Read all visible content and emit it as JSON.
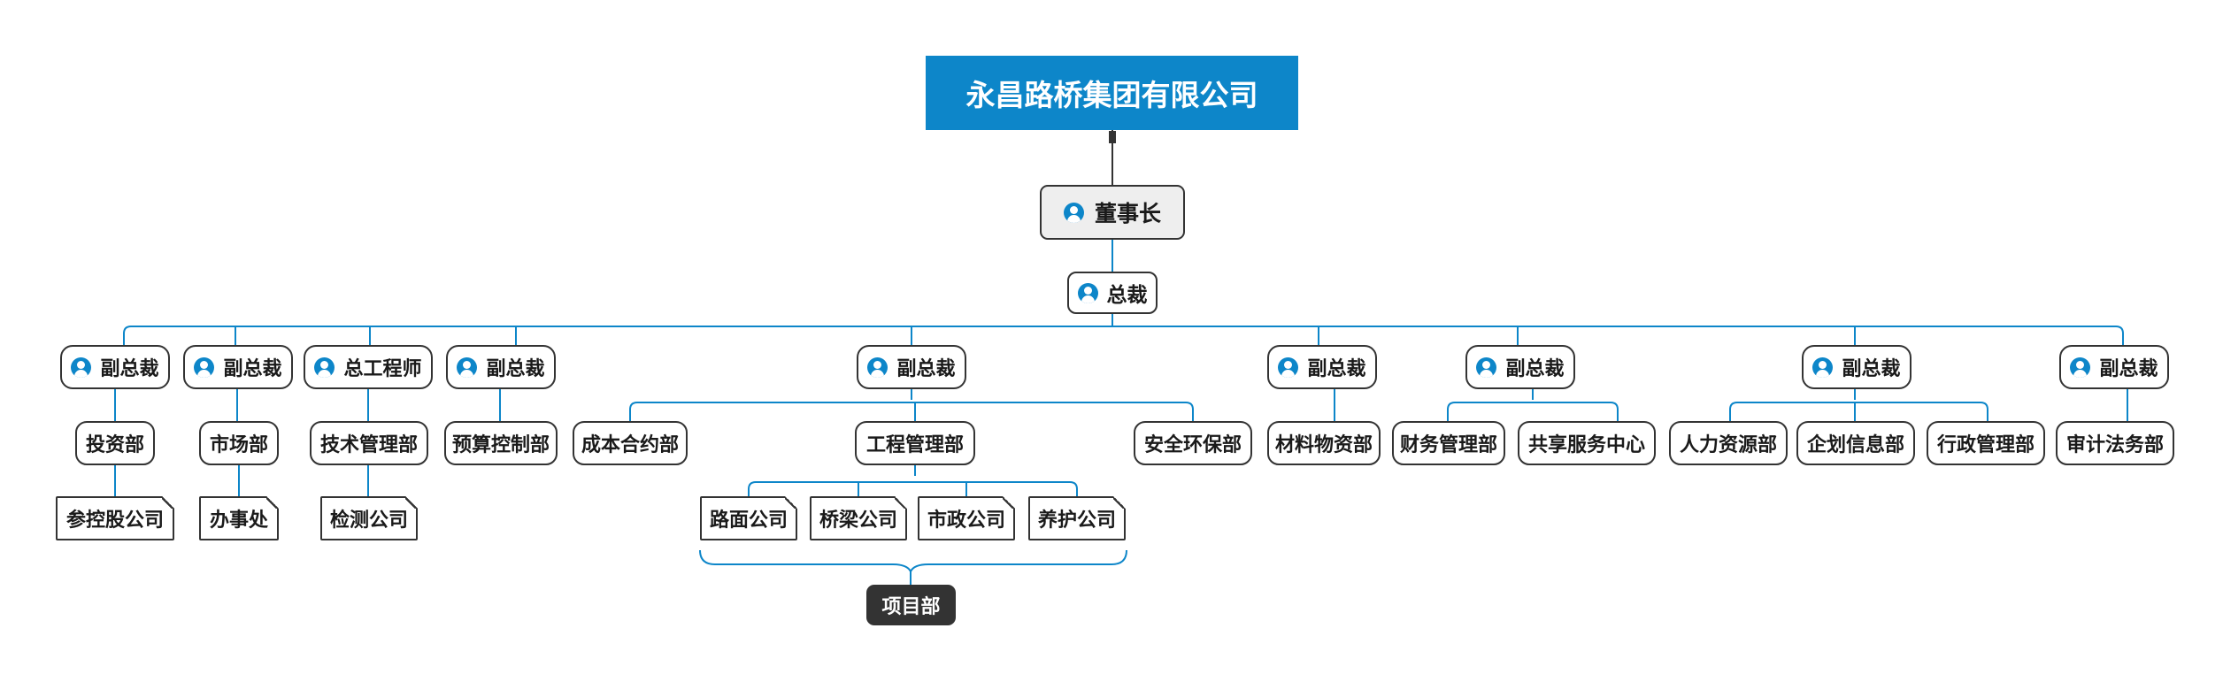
{
  "root": {
    "label": "永昌路桥集团有限公司"
  },
  "chairman": {
    "label": "董事长",
    "icon": "person-icon"
  },
  "president": {
    "label": "总裁",
    "icon": "person-icon"
  },
  "executives": [
    {
      "label": "副总裁"
    },
    {
      "label": "副总裁"
    },
    {
      "label": "总工程师"
    },
    {
      "label": "副总裁"
    },
    {
      "label": "副总裁"
    },
    {
      "label": "副总裁"
    },
    {
      "label": "副总裁"
    },
    {
      "label": "副总裁"
    },
    {
      "label": "副总裁"
    }
  ],
  "departments": [
    {
      "label": "投资部"
    },
    {
      "label": "市场部"
    },
    {
      "label": "技术管理部"
    },
    {
      "label": "预算控制部"
    },
    {
      "label": "成本合约部"
    },
    {
      "label": "工程管理部"
    },
    {
      "label": "安全环保部"
    },
    {
      "label": "材料物资部"
    },
    {
      "label": "财务管理部"
    },
    {
      "label": "共享服务中心"
    },
    {
      "label": "人力资源部"
    },
    {
      "label": "企划信息部"
    },
    {
      "label": "行政管理部"
    },
    {
      "label": "审计法务部"
    }
  ],
  "subunits": [
    {
      "label": "参控股公司"
    },
    {
      "label": "办事处"
    },
    {
      "label": "检测公司"
    },
    {
      "label": "路面公司"
    },
    {
      "label": "桥梁公司"
    },
    {
      "label": "市政公司"
    },
    {
      "label": "养护公司"
    }
  ],
  "project_group": {
    "label": "项目部"
  },
  "colors": {
    "accent": "#0d86c9",
    "border": "#333333",
    "project_fill": "#333333"
  }
}
